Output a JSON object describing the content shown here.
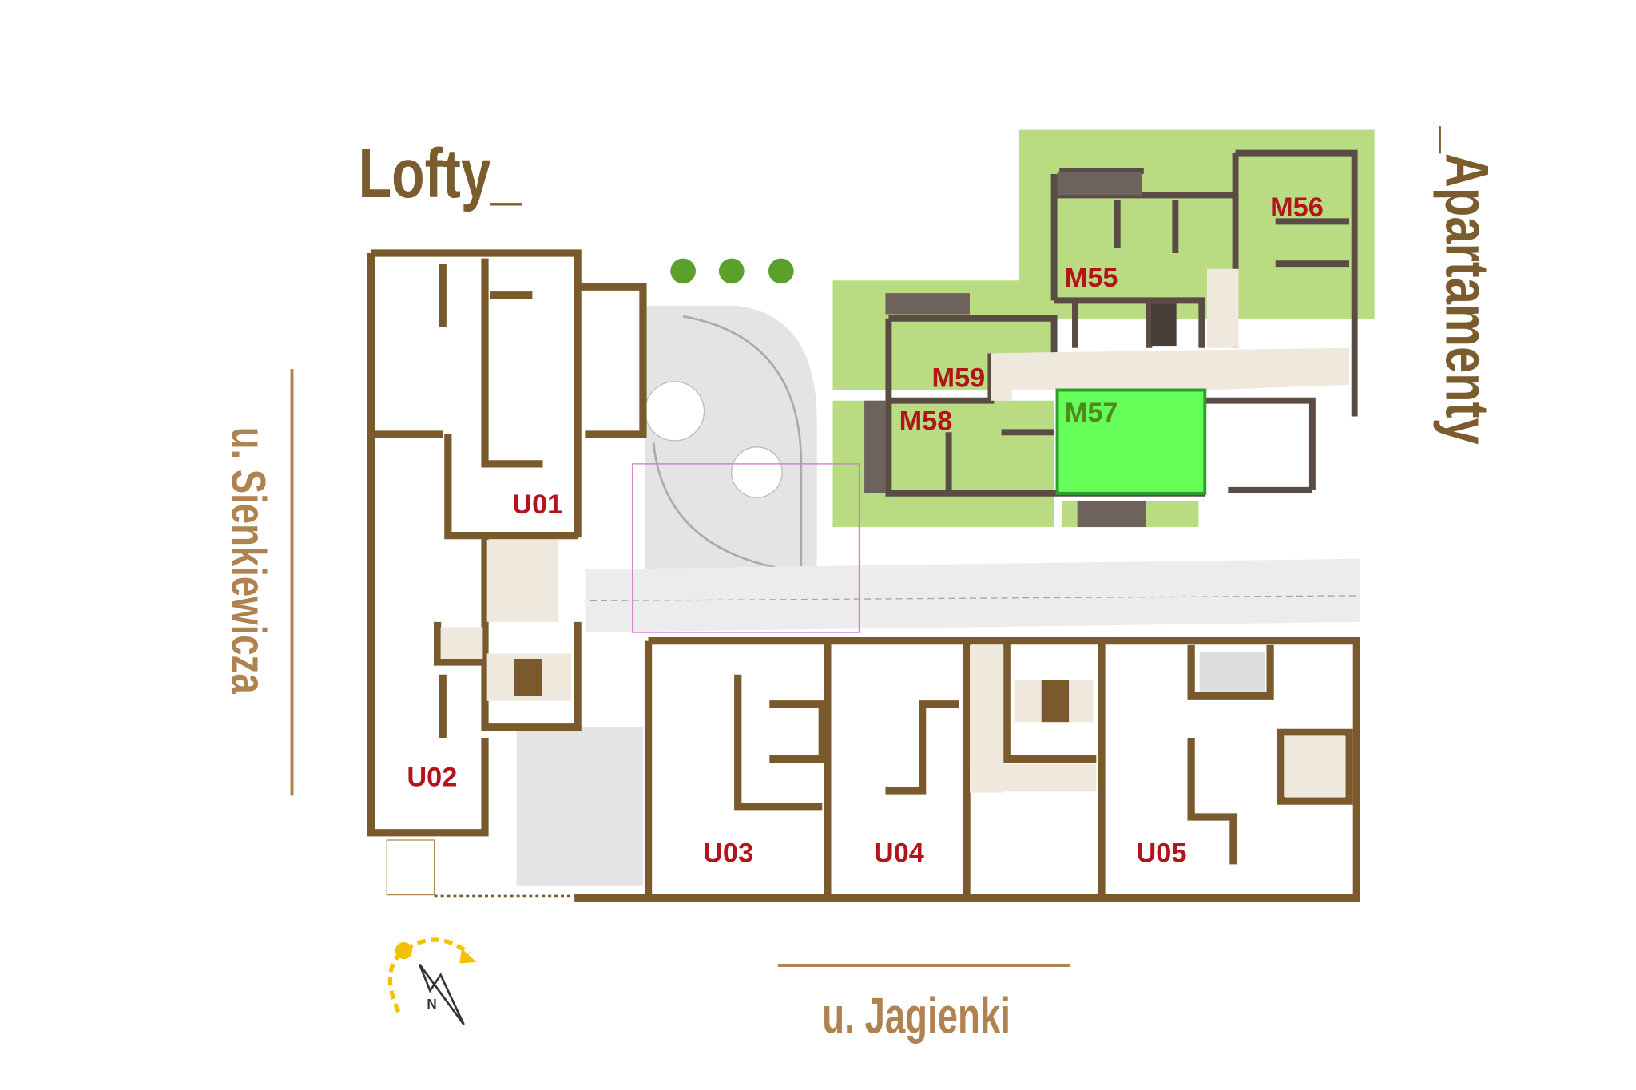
{
  "titles": {
    "lofty": "Lofty_",
    "apartments": "_Apartamenty"
  },
  "streets": {
    "west": "u. Sienkiewicza",
    "south": "u. Jagienki"
  },
  "compass": {
    "label": "N"
  },
  "units": {
    "U01": "U01",
    "U02": "U02",
    "U03": "U03",
    "U04": "U04",
    "U05": "U05",
    "M55": "M55",
    "M56": "M56",
    "M57": "M57",
    "M58": "M58",
    "M59": "M59"
  },
  "highlighted_unit": "M57",
  "colors": {
    "wall": "#7a5a2c",
    "apartment_wall": "#5a4c44",
    "label": "#b3141b",
    "highlight": "#66ff5a",
    "garden": "#b9dc82",
    "title": "#7a5c2e",
    "street": "#b08250"
  }
}
